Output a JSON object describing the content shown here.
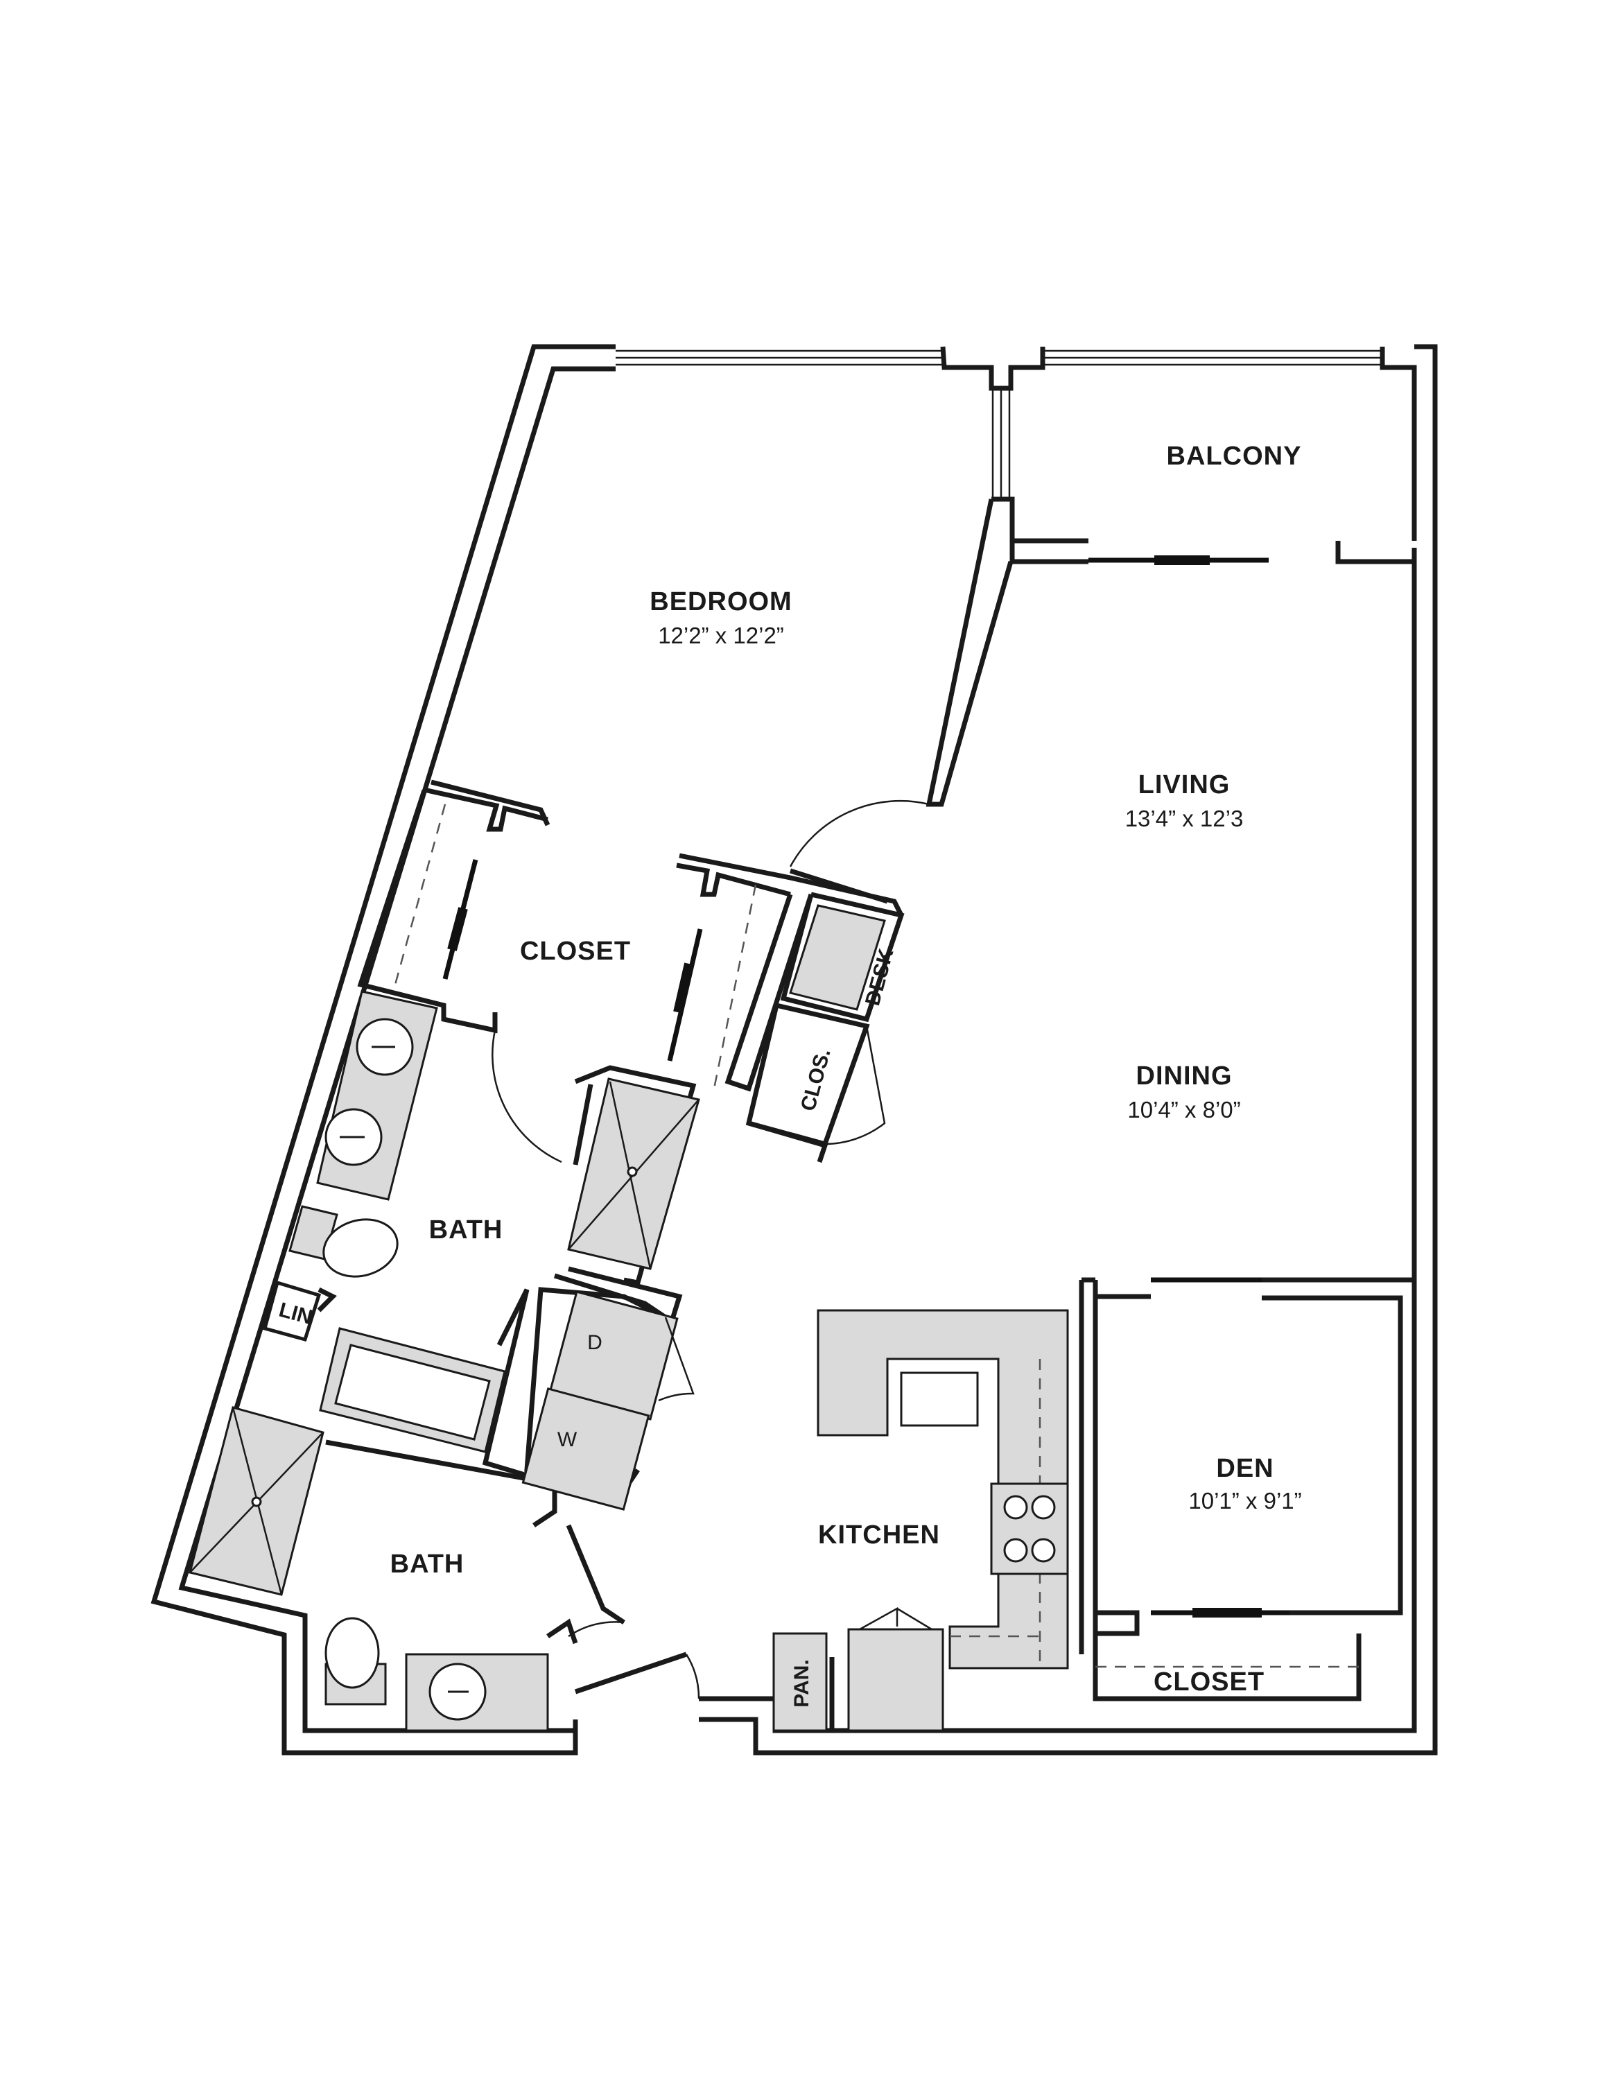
{
  "rooms": {
    "balcony": {
      "name": "BALCONY"
    },
    "bedroom": {
      "name": "BEDROOM",
      "dims": "12’2” x 12’2”"
    },
    "living": {
      "name": "LIVING",
      "dims": "13’4” x 12’3"
    },
    "dining": {
      "name": "DINING",
      "dims": "10’4” x 8’0”"
    },
    "closet_main": {
      "name": "CLOSET"
    },
    "bath_main": {
      "name": "BATH"
    },
    "bath_second": {
      "name": "BATH"
    },
    "kitchen": {
      "name": "KITCHEN"
    },
    "den": {
      "name": "DEN",
      "dims": "10’1” x 9’1”"
    },
    "den_closet": {
      "name": "CLOSET"
    }
  },
  "small_labels": {
    "desk": "DESK",
    "clos": "CLOS.",
    "lin": "LIN",
    "pan": "PAN.",
    "dryer": "D",
    "washer": "W"
  }
}
